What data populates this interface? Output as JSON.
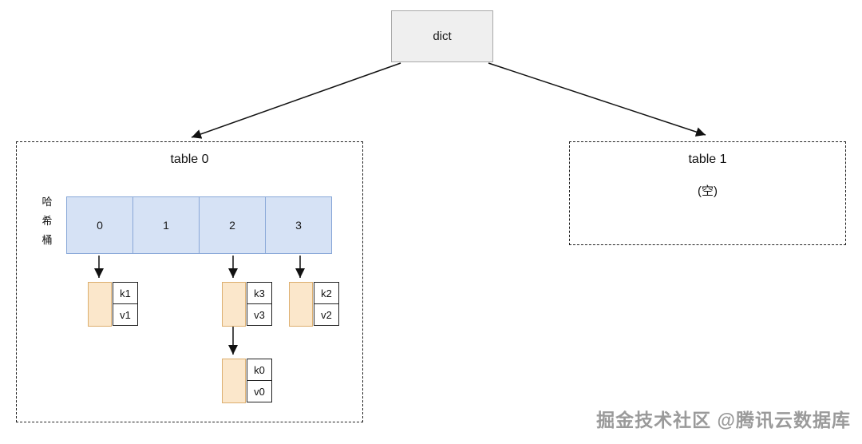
{
  "diagram": {
    "dict_label": "dict",
    "table0": {
      "title": "table 0",
      "side_label": "哈\n希\n桶",
      "buckets": [
        "0",
        "1",
        "2",
        "3"
      ],
      "entries": {
        "e_k1": {
          "key": "k1",
          "value": "v1"
        },
        "e_k3": {
          "key": "k3",
          "value": "v3"
        },
        "e_k0": {
          "key": "k0",
          "value": "v0"
        },
        "e_k2": {
          "key": "k2",
          "value": "v2"
        }
      }
    },
    "table1": {
      "title": "table 1",
      "empty_label": "(空)"
    },
    "watermark": "掘金技术社区 @腾讯云数据库",
    "colors": {
      "bucket_fill": "#d6e2f5",
      "bucket_border": "#89a8d8",
      "entry_fill": "#fbe7cb",
      "entry_border": "#dcae6e",
      "dict_fill": "#efefef",
      "line_color": "#111111",
      "watermark_color": "#9a9a9a"
    }
  }
}
